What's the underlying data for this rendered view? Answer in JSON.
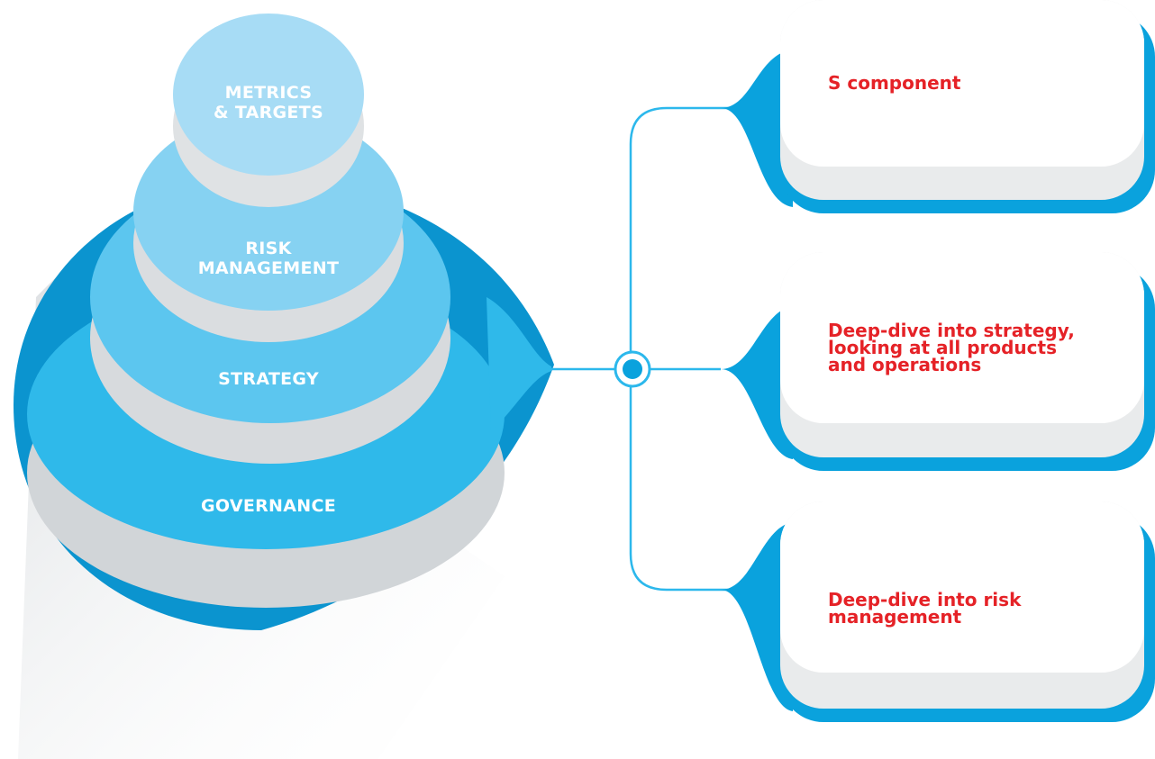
{
  "pyramid": {
    "tiers": [
      {
        "id": "metrics-targets",
        "label": "METRICS\n& TARGETS"
      },
      {
        "id": "risk-management",
        "label": "RISK\nMANAGEMENT"
      },
      {
        "id": "strategy",
        "label": "STRATEGY"
      },
      {
        "id": "governance",
        "label": "GOVERNANCE"
      }
    ]
  },
  "cards": [
    {
      "id": "s-component",
      "text": "S component"
    },
    {
      "id": "strategy-deep-dive",
      "text": "Deep-dive into strategy,\nlooking at all products\nand operations"
    },
    {
      "id": "risk-deep-dive",
      "text": "Deep-dive into risk\nmanagement"
    }
  ],
  "colors": {
    "card_text": "#e52227",
    "tier_text": "#ffffff",
    "accent_blue": "#0aa2dd",
    "connector": "#2cb8ec"
  }
}
